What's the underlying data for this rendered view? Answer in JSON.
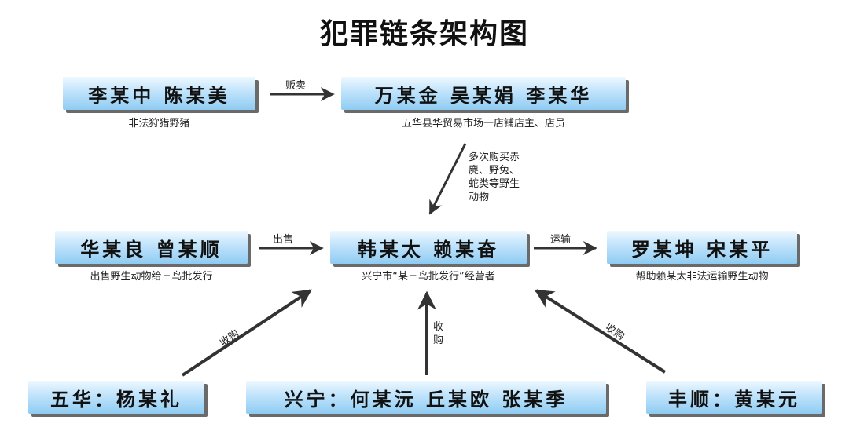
{
  "title": "犯罪链条架构图",
  "nodes": {
    "hunters": {
      "names": "李某中  陈某美",
      "caption": "非法狩猎野猪"
    },
    "market": {
      "names": "万某金  吴某娟  李某华",
      "caption": "五华县华贸易市场一店铺店主、店员"
    },
    "supplier": {
      "names": "华某良  曾某顺",
      "caption": "出售野生动物给三鸟批发行"
    },
    "dealer": {
      "names": "韩某太  赖某奋",
      "caption": "兴宁市“某三鸟批发行”经营者"
    },
    "transporter": {
      "names": "罗某坤  宋某平",
      "caption": "帮助赖某太非法运输野生动物"
    },
    "wuhua": {
      "names": "五华：杨某礼"
    },
    "xingning": {
      "names": "兴宁：何某沅  丘某欧  张某季"
    },
    "fengshun": {
      "names": "丰顺：黄某元"
    }
  },
  "edges": {
    "sell": "贩卖",
    "buy_multi": [
      "多次购买赤",
      "麂、野兔、",
      "蛇类等野生",
      "动物"
    ],
    "sell_out": "出售",
    "transport": "运输",
    "acquire_left": "收购",
    "acquire_mid": [
      "收",
      "购"
    ],
    "acquire_right": "收购"
  }
}
